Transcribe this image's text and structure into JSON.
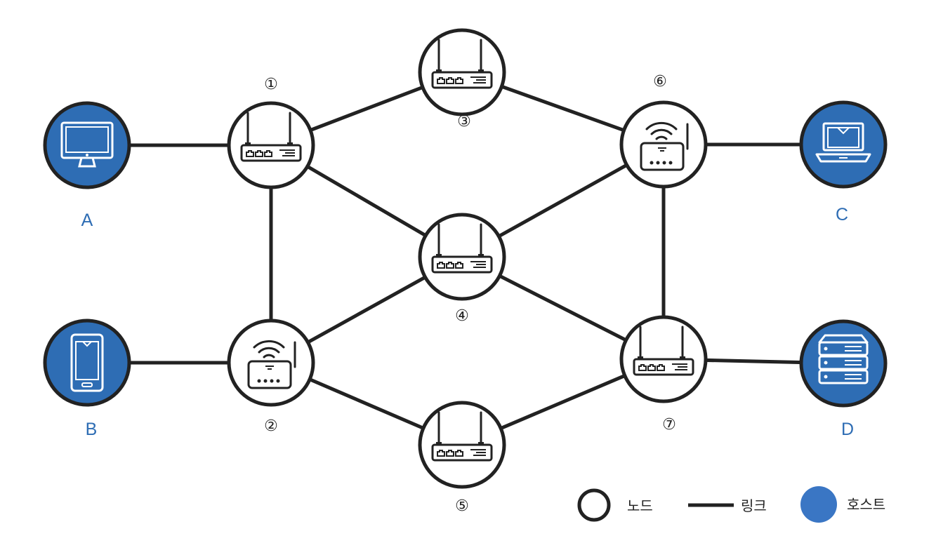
{
  "hosts": [
    {
      "id": "A",
      "label": "A",
      "icon": "desktop-monitor-icon"
    },
    {
      "id": "B",
      "label": "B",
      "icon": "smartphone-icon"
    },
    {
      "id": "C",
      "label": "C",
      "icon": "laptop-icon"
    },
    {
      "id": "D",
      "label": "D",
      "icon": "server-stack-icon"
    }
  ],
  "nodes": [
    {
      "id": "1",
      "label": "①",
      "icon": "router-icon"
    },
    {
      "id": "2",
      "label": "②",
      "icon": "wifi-router-icon"
    },
    {
      "id": "3",
      "label": "③",
      "icon": "router-icon"
    },
    {
      "id": "4",
      "label": "④",
      "icon": "router-icon"
    },
    {
      "id": "5",
      "label": "⑤",
      "icon": "router-icon"
    },
    {
      "id": "6",
      "label": "⑥",
      "icon": "wifi-router-icon"
    },
    {
      "id": "7",
      "label": "⑦",
      "icon": "router-icon"
    }
  ],
  "links": [
    [
      "A",
      "1"
    ],
    [
      "B",
      "2"
    ],
    [
      "1",
      "2"
    ],
    [
      "1",
      "3"
    ],
    [
      "1",
      "4"
    ],
    [
      "2",
      "4"
    ],
    [
      "2",
      "5"
    ],
    [
      "3",
      "6"
    ],
    [
      "4",
      "6"
    ],
    [
      "4",
      "7"
    ],
    [
      "5",
      "7"
    ],
    [
      "6",
      "7"
    ],
    [
      "6",
      "C"
    ],
    [
      "7",
      "D"
    ]
  ],
  "legend": {
    "node_label": "노드",
    "link_label": "링크",
    "host_label": "호스트"
  },
  "colors": {
    "host_fill": "#2e6db4",
    "host_label": "#2e6db4",
    "outline": "#222222",
    "legend_host": "#3a76c4"
  }
}
